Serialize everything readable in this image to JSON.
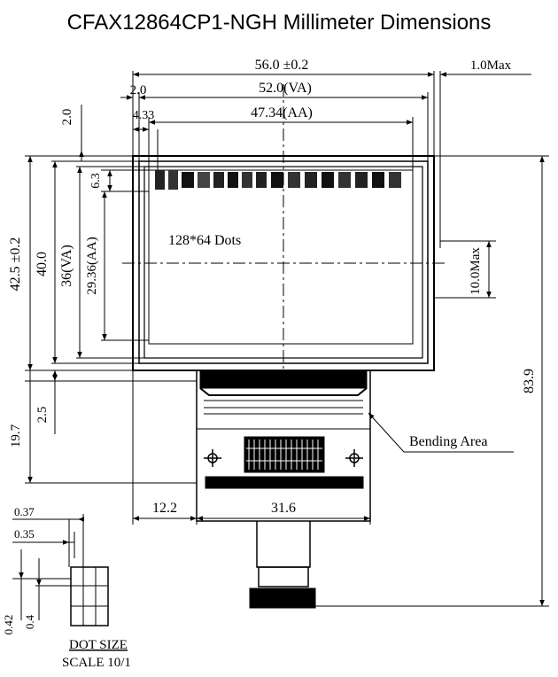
{
  "title": "CFAX12864CP1-NGH Millimeter Dimensions",
  "dimensions": {
    "overall_width": "56.0 ±0.2",
    "thickness_max": "1.0Max",
    "va_width": "52.0(VA)",
    "va_left_offset": "2.0",
    "aa_width": "47.34(AA)",
    "aa_left_offset": "4.33",
    "top_offset": "2.0",
    "icon_row_height": "6.3",
    "overall_height": "42.5 ±0.2",
    "outer_height": "40.0",
    "va_height": "36(VA)",
    "aa_height": "29.36(AA)",
    "side_max": "10.0Max",
    "total_length": "83.9",
    "tail_length": "19.7",
    "tail_offset": "2.5",
    "tail_left_offset": "12.2",
    "tail_width": "31.6"
  },
  "labels": {
    "resolution": "128*64 Dots",
    "bending_area": "Bending Area"
  },
  "dot_size": {
    "pitch_x": "0.37",
    "size_x": "0.35",
    "pitch_y": "0.42",
    "size_y": "0.4",
    "title": "DOT SIZE",
    "scale": "SCALE 10/1"
  }
}
